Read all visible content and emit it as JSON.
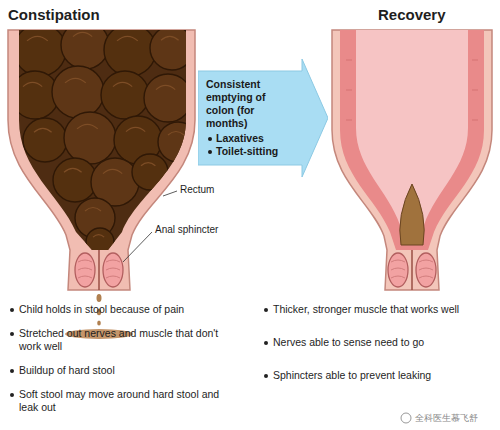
{
  "diagram": {
    "nodes": [
      {
        "text": [
          "Consistent emptying of colon (for months)",
          "Laxatives",
          "Toilet-sitting"
        ]
      }
    ],
    "labels": [
      "Constipation",
      "Recovery",
      "Rectum",
      "Anal sphincter",
      "Child holds in stool because of pain",
      "Stretched out nerves and muscle that don't work well",
      "Buildup of hard stool",
      "Soft stool may move around hard stool and leak out",
      "Thicker, stronger muscle that works well",
      "Nerves able to sense need to go",
      "Sphincters able to prevent leaking",
      "全科医生慕飞舒"
    ]
  }
}
